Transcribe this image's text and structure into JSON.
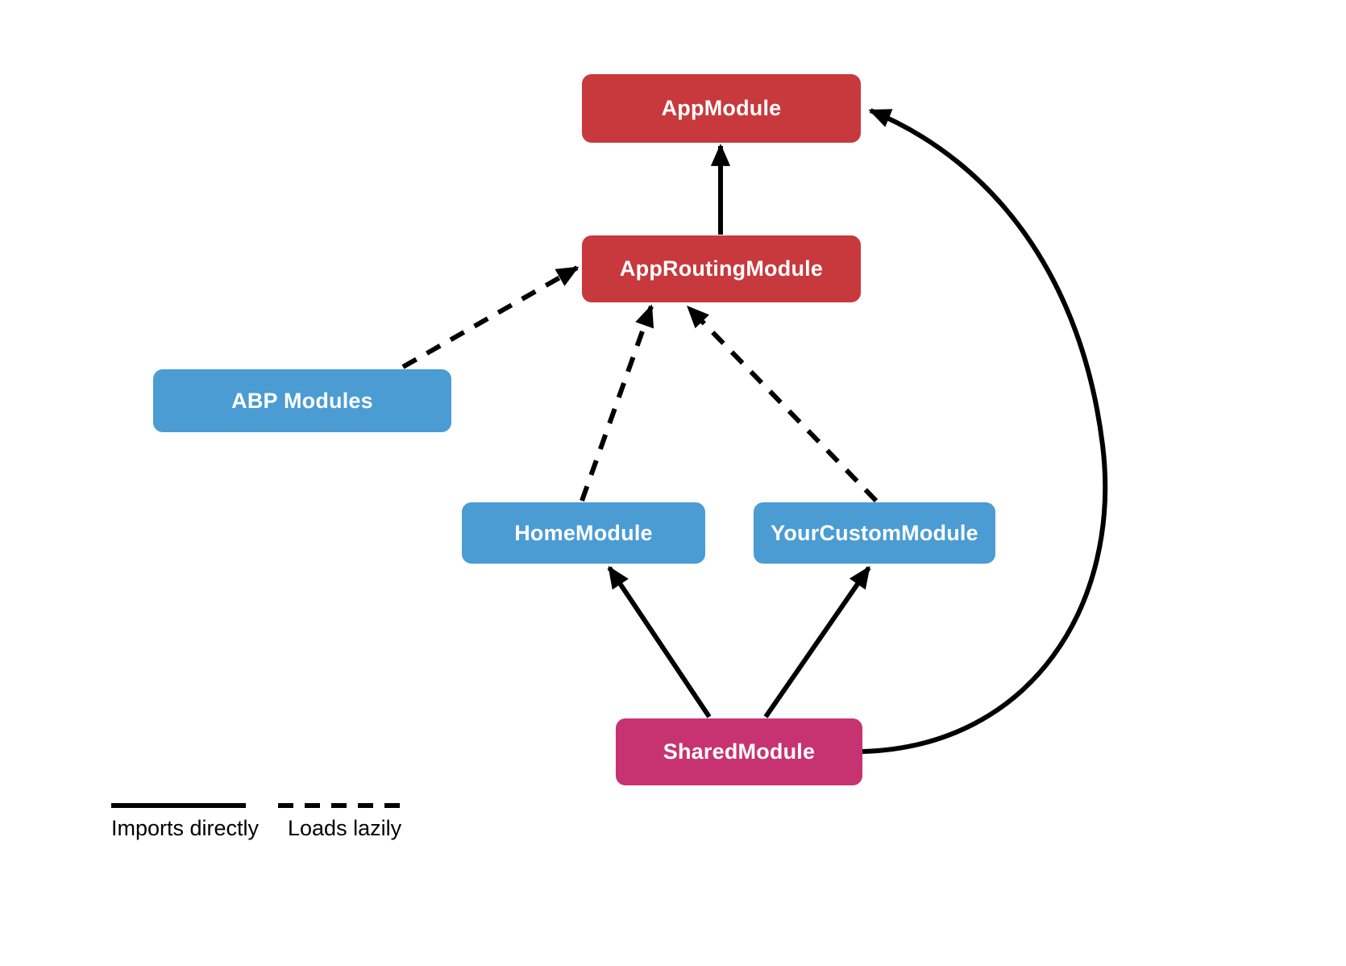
{
  "diagram": {
    "nodes": [
      {
        "id": "app-module",
        "label": "AppModule",
        "color": "#C8393D"
      },
      {
        "id": "app-routing-module",
        "label": "AppRoutingModule",
        "color": "#C8393D"
      },
      {
        "id": "abp-modules",
        "label": "ABP Modules",
        "color": "#4A9CD3"
      },
      {
        "id": "home-module",
        "label": "HomeModule",
        "color": "#4A9CD3"
      },
      {
        "id": "your-custom-module",
        "label": "YourCustomModule",
        "color": "#4A9CD3"
      },
      {
        "id": "shared-module",
        "label": "SharedModule",
        "color": "#C73370"
      }
    ],
    "edges": [
      {
        "from": "AppRoutingModule",
        "to": "AppModule",
        "style": "solid"
      },
      {
        "from": "ABP Modules",
        "to": "AppRoutingModule",
        "style": "dashed"
      },
      {
        "from": "HomeModule",
        "to": "AppRoutingModule",
        "style": "dashed"
      },
      {
        "from": "YourCustomModule",
        "to": "AppRoutingModule",
        "style": "dashed"
      },
      {
        "from": "SharedModule",
        "to": "HomeModule",
        "style": "solid"
      },
      {
        "from": "SharedModule",
        "to": "YourCustomModule",
        "style": "solid"
      },
      {
        "from": "SharedModule",
        "to": "AppModule",
        "style": "solid"
      }
    ],
    "arrow_color": "#000000",
    "text_color": "#FFFFFF"
  },
  "legend": {
    "items": [
      {
        "label": "Imports directly",
        "line_style": "solid"
      },
      {
        "label": "Loads lazily",
        "line_style": "dashed"
      }
    ]
  }
}
